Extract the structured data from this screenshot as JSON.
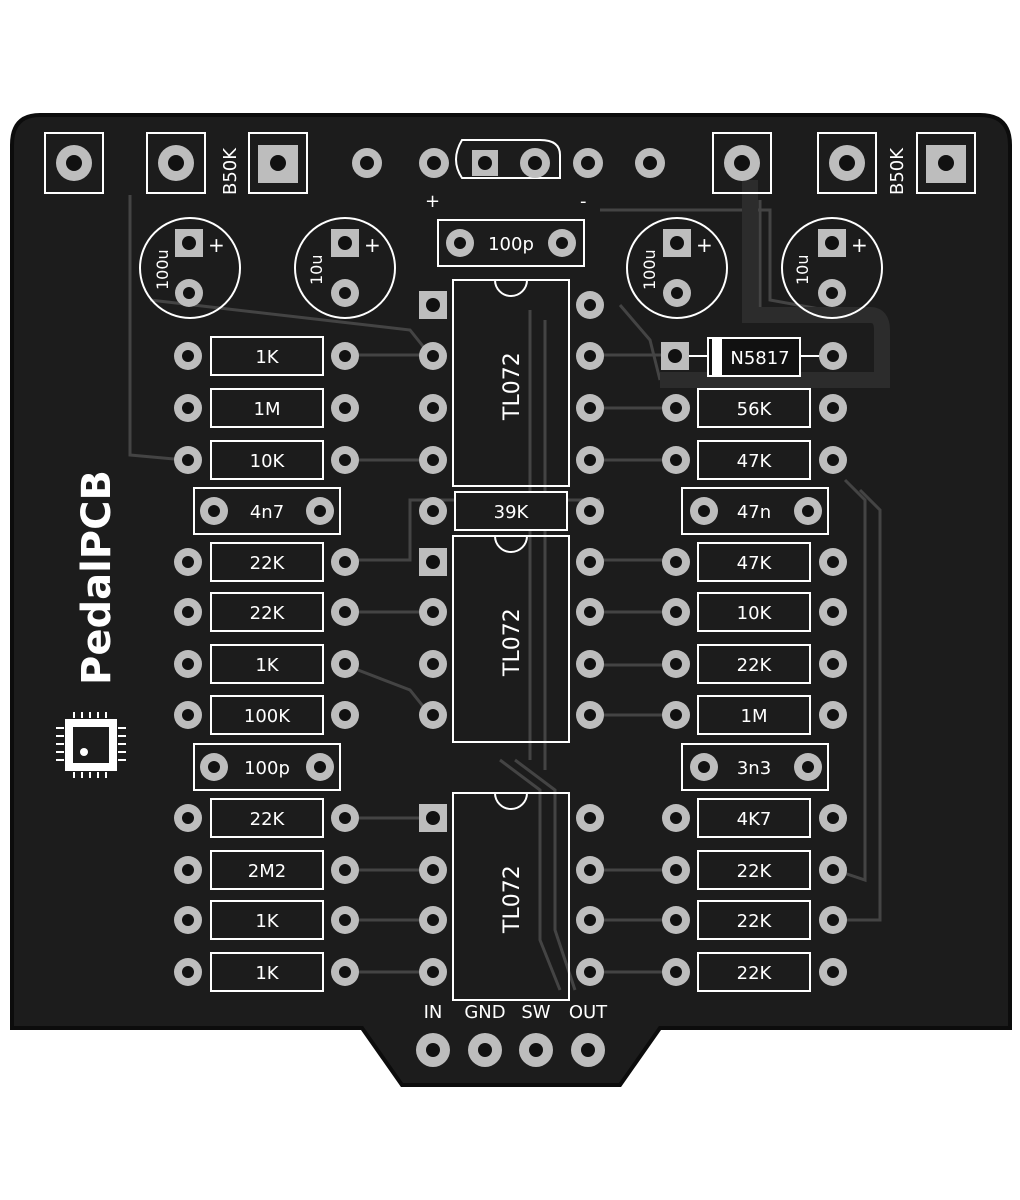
{
  "brand": {
    "name": "PedalPCB"
  },
  "pots": {
    "left_value": "B50K",
    "right_value": "B50K"
  },
  "power": {
    "plus": "+",
    "minus": "-"
  },
  "caps": {
    "top_center": "100p",
    "elec_1": "100u",
    "elec_2": "10u",
    "elec_3": "100u",
    "elec_4": "10u",
    "plus_sign": "+"
  },
  "diode": {
    "label": "N5817"
  },
  "ics": {
    "ic1": "TL072",
    "ic2": "TL072",
    "ic3": "TL072"
  },
  "left_components": [
    "1K",
    "1M",
    "10K",
    "4n7",
    "22K",
    "22K",
    "1K",
    "100K",
    "100p",
    "22K",
    "2M2",
    "1K",
    "1K"
  ],
  "center_components": {
    "r39k": "39K"
  },
  "right_components": [
    "56K",
    "47K",
    "47n",
    "47K",
    "10K",
    "22K",
    "1M",
    "3n3",
    "4K7",
    "22K",
    "22K",
    "22K"
  ],
  "io": {
    "in": "IN",
    "gnd": "GND",
    "sw": "SW",
    "out": "OUT"
  }
}
